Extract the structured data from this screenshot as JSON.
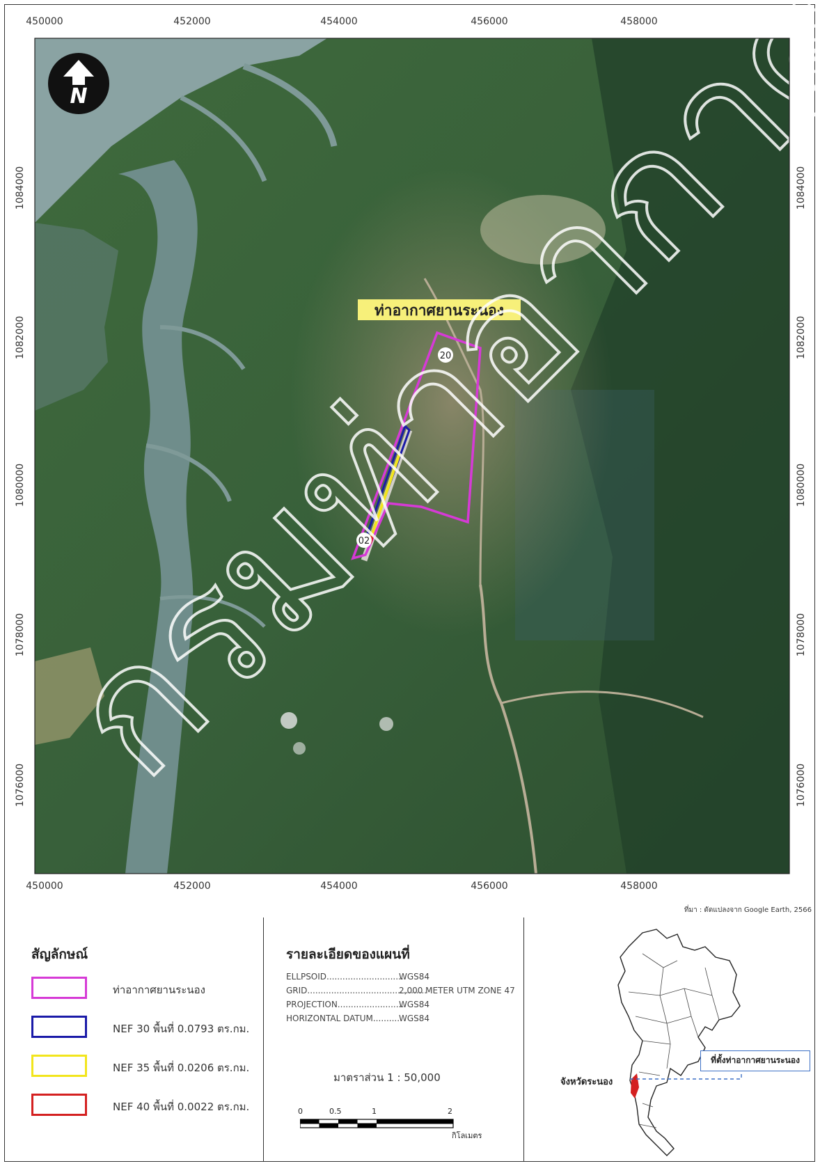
{
  "map": {
    "x_ticks": [
      "450000",
      "452000",
      "454000",
      "456000",
      "458000"
    ],
    "y_ticks": [
      "1084000",
      "1082000",
      "1080000",
      "1078000",
      "1076000"
    ],
    "airport_label": "ท่าอากาศยานระนอง",
    "runway_end_north": "20",
    "runway_end_south": "02",
    "north_arrow_letter": "N",
    "watermark": "กรมท่าอากาศยาน",
    "source": "ที่มา : ดัดแปลงจาก Google Earth, 2566"
  },
  "legend": {
    "title": "สัญลักษณ์",
    "items": [
      {
        "label": "ท่าอากาศยานระนอง",
        "color": "#d63ad6"
      },
      {
        "label": "NEF 30 พื้นที่ 0.0793 ตร.กม.",
        "color": "#1a1aa8"
      },
      {
        "label": "NEF 35 พื้นที่ 0.0206 ตร.กม.",
        "color": "#f2e51c"
      },
      {
        "label": "NEF 40 พื้นที่ 0.0022 ตร.กม.",
        "color": "#d42020"
      }
    ]
  },
  "details": {
    "title": "รายละเอียดของแผนที่",
    "rows": [
      {
        "key": "ELLPSOID..............................",
        "value": "WGS84"
      },
      {
        "key": "GRID.............................................",
        "value": "2,000 METER UTM ZONE 47"
      },
      {
        "key": "PROJECTION.........................",
        "value": "WGS84"
      },
      {
        "key": "HORIZONTAL DATUM..........",
        "value": "WGS84"
      }
    ],
    "scale": "มาตราส่วน 1 : 50,000",
    "scalebar_labels": [
      "0",
      "0.5",
      "1",
      "2"
    ],
    "scalebar_unit": "กิโลเมตร"
  },
  "inset": {
    "province_label": "จังหวัดระนอง",
    "callout": "ที่ตั้งท่าอากาศยานระนอง"
  }
}
